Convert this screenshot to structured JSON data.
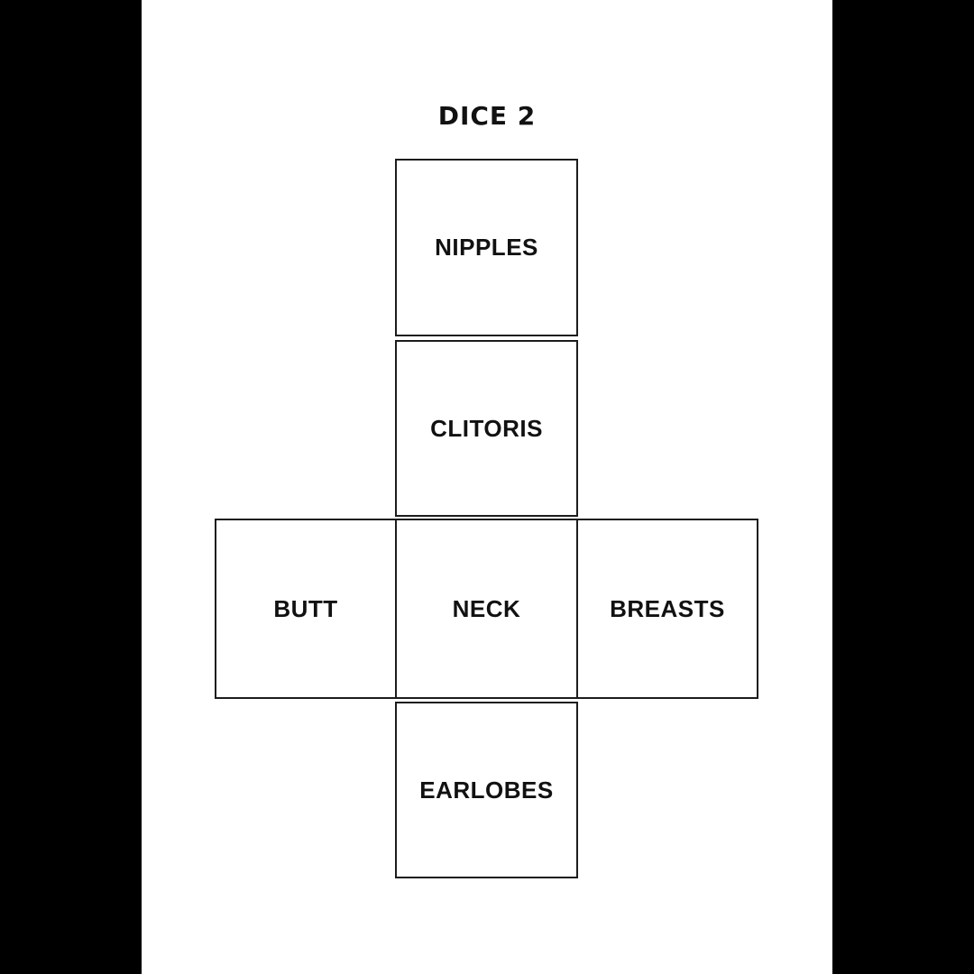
{
  "page": {
    "title": "DICE 2"
  },
  "dice_net": {
    "faces": [
      {
        "position": "top",
        "label": "NIPPLES"
      },
      {
        "position": "upper-middle",
        "label": "CLITORIS"
      },
      {
        "position": "left",
        "label": "BUTT"
      },
      {
        "position": "center",
        "label": "NECK"
      },
      {
        "position": "right",
        "label": "BREASTS"
      },
      {
        "position": "bottom",
        "label": "EARLOBES"
      }
    ]
  },
  "colors": {
    "background": "#ffffff",
    "pillarbox": "#000000",
    "face_border": "#1c1c1c",
    "text": "#111111"
  }
}
